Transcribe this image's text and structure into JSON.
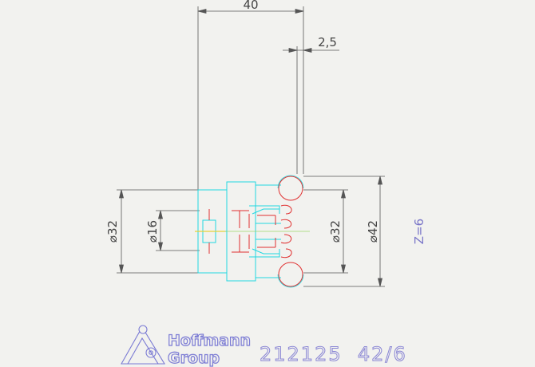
{
  "dimensions": {
    "length": "40",
    "tooth_offset": "2,5",
    "shank_diameter": "⌀32",
    "bore_diameter": "⌀16",
    "body_diameter": "⌀32",
    "cutting_diameter": "⌀42",
    "teeth_count": "Z=6"
  },
  "brand": {
    "line1": "Hoffmann",
    "line2": "Group"
  },
  "part_number": "212125  42/6",
  "colors": {
    "dimension_lines": "#555555",
    "cutter_outline": "#21d8e0",
    "hidden_lines": "#e03030",
    "centerline": "#e6d23a",
    "logo": "#7b7bd4"
  }
}
